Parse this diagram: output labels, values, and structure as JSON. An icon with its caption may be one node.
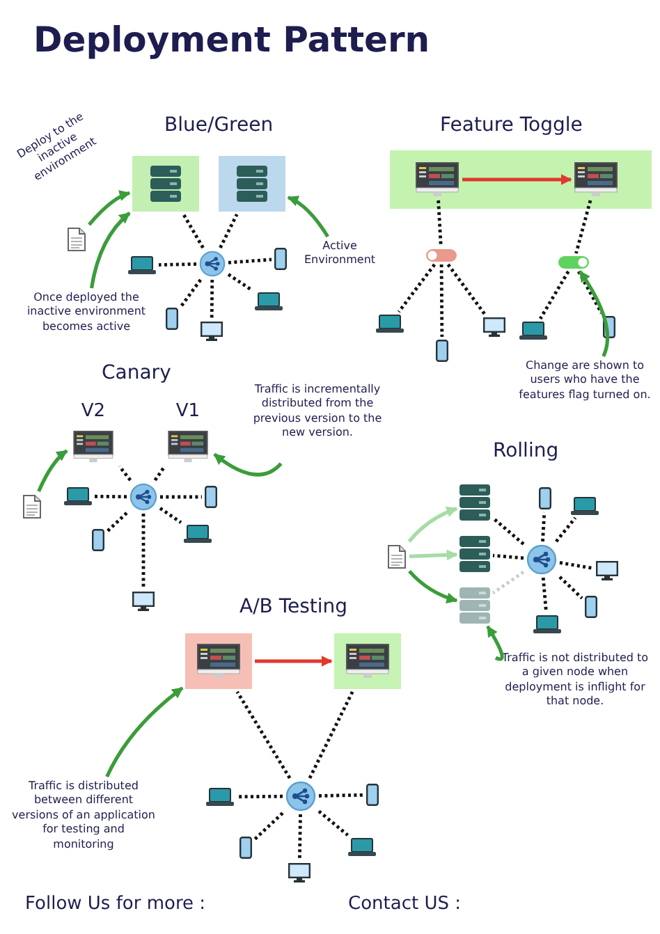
{
  "diagram": {
    "title": "Deployment Pattern",
    "nodes": [
      {
        "text": [],
        "shape": "box"
      },
      {
        "text": [],
        "shape": "box"
      },
      {
        "text": [],
        "shape": "circle"
      },
      {
        "text": [],
        "shape": "laptop"
      },
      {
        "text": [],
        "shape": "phone"
      },
      {
        "text": [],
        "shape": "monitor"
      },
      {
        "text": [],
        "shape": "laptop"
      },
      {
        "text": [],
        "shape": "phone"
      },
      {
        "text": [],
        "shape": "document"
      },
      {
        "text": [
          "Once deployed the inactive environment becomes active"
        ]
      },
      {
        "text": [
          "Active Environment"
        ]
      },
      {
        "text": [],
        "shape": "box"
      },
      {
        "text": [],
        "shape": "monitor",
        "in": 11
      },
      {
        "text": [],
        "shape": "monitor",
        "in": 11
      },
      {
        "text": [],
        "shape": "toggle"
      },
      {
        "text": [],
        "shape": "toggle"
      },
      {
        "text": [],
        "shape": "laptop"
      },
      {
        "text": [],
        "shape": "phone"
      },
      {
        "text": [],
        "shape": "monitor"
      },
      {
        "text": [],
        "shape": "laptop"
      },
      {
        "text": [],
        "shape": "phone"
      },
      {
        "text": [
          "Change are shown to users who have the features flag turned on."
        ]
      },
      {
        "text": [
          "V2"
        ]
      },
      {
        "text": [
          "V1"
        ]
      },
      {
        "text": [],
        "shape": "document"
      },
      {
        "text": [],
        "shape": "circle"
      },
      {
        "text": [],
        "shape": "laptop"
      },
      {
        "text": [],
        "shape": "phone"
      },
      {
        "text": [],
        "shape": "phone"
      },
      {
        "text": [],
        "shape": "monitor"
      },
      {
        "text": [],
        "shape": "laptop"
      },
      {
        "text": [
          "Traffic is incrementally distributed from the previous version to the new version."
        ]
      },
      {
        "text": [],
        "shape": "server"
      },
      {
        "text": [],
        "shape": "server"
      },
      {
        "text": [],
        "shape": "server"
      },
      {
        "text": [],
        "shape": "document"
      },
      {
        "text": [],
        "shape": "circle"
      },
      {
        "text": [],
        "shape": "phone"
      },
      {
        "text": [],
        "shape": "laptop"
      },
      {
        "text": [],
        "shape": "monitor"
      },
      {
        "text": [],
        "shape": "phone"
      },
      {
        "text": [],
        "shape": "laptop"
      },
      {
        "text": [
          "Traffic is not distributed to a given node when deployment is inflight for that node."
        ]
      },
      {
        "text": [],
        "shape": "box"
      },
      {
        "text": [],
        "shape": "box"
      },
      {
        "text": [],
        "shape": "circle"
      },
      {
        "text": [],
        "shape": "laptop"
      },
      {
        "text": [],
        "shape": "phone"
      },
      {
        "text": [],
        "shape": "phone"
      },
      {
        "text": [],
        "shape": "monitor"
      },
      {
        "text": [],
        "shape": "laptop"
      },
      {
        "text": [
          "Traffic is distributed between different versions of an application for testing and monitoring"
        ]
      }
    ],
    "edges": [
      {
        "from": 2,
        "to": 0,
        "arrow": "none",
        "style": "dashed"
      },
      {
        "from": 2,
        "to": 1,
        "arrow": "none",
        "style": "dashed"
      },
      {
        "from": 2,
        "to": 3,
        "arrow": "none",
        "style": "dashed"
      },
      {
        "from": 2,
        "to": 4,
        "arrow": "none",
        "style": "dashed"
      },
      {
        "from": 2,
        "to": 5,
        "arrow": "none",
        "style": "dashed"
      },
      {
        "from": 2,
        "to": 6,
        "arrow": "none",
        "style": "dashed"
      },
      {
        "from": 2,
        "to": 7,
        "arrow": "none",
        "style": "dashed"
      },
      {
        "from": 8,
        "to": 0,
        "arrow": "to",
        "color": "#3a9d3a"
      },
      {
        "from": 9,
        "to": 0,
        "arrow": "to",
        "color": "#3a9d3a"
      },
      {
        "from": 10,
        "to": 1,
        "arrow": "to",
        "color": "#3a9d3a"
      },
      {
        "from": 12,
        "to": 13,
        "arrow": "to",
        "color": "#e0392b"
      },
      {
        "from": 12,
        "to": 14,
        "arrow": "none",
        "style": "dashed"
      },
      {
        "from": 14,
        "to": 16,
        "arrow": "none",
        "style": "dashed"
      },
      {
        "from": 14,
        "to": 17,
        "arrow": "none",
        "style": "dashed"
      },
      {
        "from": 14,
        "to": 18,
        "arrow": "none",
        "style": "dashed"
      },
      {
        "from": 13,
        "to": 15,
        "arrow": "none",
        "style": "dashed"
      },
      {
        "from": 15,
        "to": 19,
        "arrow": "none",
        "style": "dashed"
      },
      {
        "from": 15,
        "to": 20,
        "arrow": "none",
        "style": "dashed"
      },
      {
        "from": 21,
        "to": 15,
        "arrow": "to",
        "color": "#3a9d3a"
      },
      {
        "from": 24,
        "to": 22,
        "arrow": "to",
        "color": "#3a9d3a"
      },
      {
        "from": 25,
        "to": 22,
        "arrow": "none",
        "style": "dashed"
      },
      {
        "from": 25,
        "to": 23,
        "arrow": "none",
        "style": "dashed"
      },
      {
        "from": 25,
        "to": 26,
        "arrow": "none",
        "style": "dashed"
      },
      {
        "from": 25,
        "to": 27,
        "arrow": "none",
        "style": "dashed"
      },
      {
        "from": 25,
        "to": 28,
        "arrow": "none",
        "style": "dashed"
      },
      {
        "from": 25,
        "to": 29,
        "arrow": "none",
        "style": "dashed"
      },
      {
        "from": 25,
        "to": 30,
        "arrow": "none",
        "style": "dashed"
      },
      {
        "from": 31,
        "to": 23,
        "arrow": "to",
        "color": "#3a9d3a"
      },
      {
        "from": 35,
        "to": 32,
        "arrow": "to",
        "color": "#a6dca6"
      },
      {
        "from": 35,
        "to": 33,
        "arrow": "to",
        "color": "#a6dca6"
      },
      {
        "from": 35,
        "to": 34,
        "arrow": "to",
        "color": "#3a9d3a"
      },
      {
        "from": 36,
        "to": 32,
        "arrow": "none",
        "style": "dashed"
      },
      {
        "from": 36,
        "to": 33,
        "arrow": "none",
        "style": "dashed"
      },
      {
        "from": 36,
        "to": 34,
        "arrow": "none",
        "style": "dashed",
        "color": "#cccccc"
      },
      {
        "from": 36,
        "to": 37,
        "arrow": "none",
        "style": "dashed"
      },
      {
        "from": 36,
        "to": 38,
        "arrow": "none",
        "style": "dashed"
      },
      {
        "from": 36,
        "to": 39,
        "arrow": "none",
        "style": "dashed"
      },
      {
        "from": 36,
        "to": 40,
        "arrow": "none",
        "style": "dashed"
      },
      {
        "from": 36,
        "to": 41,
        "arrow": "none",
        "style": "dashed"
      },
      {
        "from": 42,
        "to": 34,
        "arrow": "to",
        "color": "#3a9d3a"
      },
      {
        "from": 43,
        "to": 44,
        "arrow": "to",
        "color": "#e0392b"
      },
      {
        "from": 45,
        "to": 43,
        "arrow": "none",
        "style": "dashed"
      },
      {
        "from": 45,
        "to": 44,
        "arrow": "none",
        "style": "dashed"
      },
      {
        "from": 45,
        "to": 46,
        "arrow": "none",
        "style": "dashed"
      },
      {
        "from": 45,
        "to": 47,
        "arrow": "none",
        "style": "dashed"
      },
      {
        "from": 45,
        "to": 48,
        "arrow": "none",
        "style": "dashed"
      },
      {
        "from": 45,
        "to": 49,
        "arrow": "none",
        "style": "dashed"
      },
      {
        "from": 45,
        "to": 50,
        "arrow": "none",
        "style": "dashed"
      },
      {
        "from": 51,
        "to": 43,
        "arrow": "to",
        "color": "#3a9d3a"
      }
    ],
    "labels": [
      "Blue/Green",
      "Deploy to the inactive environment",
      "Feature Toggle",
      "Canary",
      "Rolling",
      "A/B Testing",
      "Follow Us for more :",
      "Contact US :"
    ]
  }
}
